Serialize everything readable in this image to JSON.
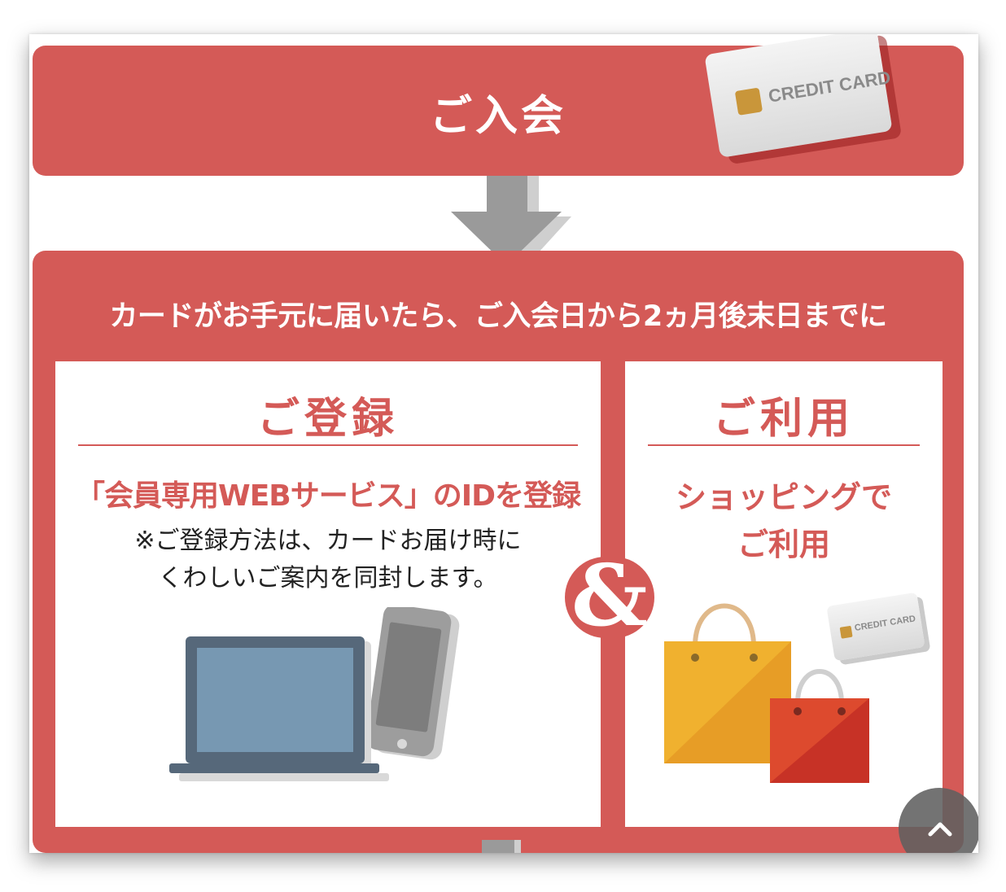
{
  "join": {
    "title": "ご入会",
    "card_label": "CREDIT CARD"
  },
  "main": {
    "heading": "カードがお手元に届いたら、ご入会日から2ヵ月後末日までに",
    "connector": "&"
  },
  "register": {
    "title": "ご登録",
    "subtitle": "「会員専用WEBサービス」のIDを登録",
    "note_line1": "※ご登録方法は、カードお届け時に",
    "note_line2": "くわしいご案内を同封します。"
  },
  "use": {
    "title": "ご利用",
    "subtitle_line1": "ショッピングで",
    "subtitle_line2": "ご利用",
    "card_label": "CREDIT CARD"
  },
  "colors": {
    "brand_red": "#d45a57",
    "arrow_gray": "#9a9a9a",
    "bag_yellow": "#f0b12f",
    "bag_red": "#dd4a2e"
  },
  "icons": [
    "credit-card-icon",
    "down-arrow-icon",
    "laptop-icon",
    "smartphone-icon",
    "shopping-bag-icon",
    "chevron-up-icon"
  ]
}
